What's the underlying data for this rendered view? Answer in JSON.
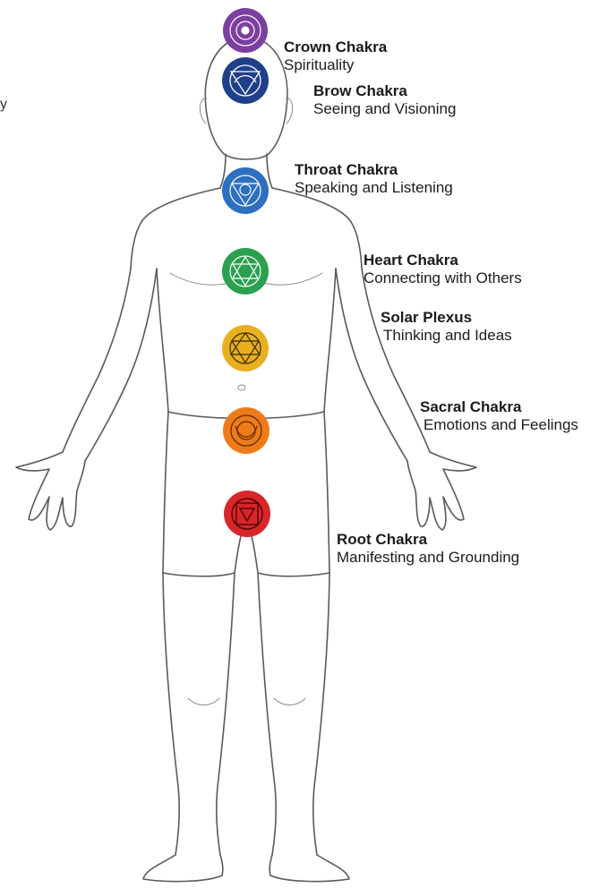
{
  "edge_fragment": "y",
  "chakras": [
    {
      "id": "crown",
      "name": "Crown Chakra",
      "meaning": "Spirituality",
      "color": "#7b3fa0",
      "icon": "lotus-icon"
    },
    {
      "id": "brow",
      "name": "Brow Chakra",
      "meaning": "Seeing and Visioning",
      "color": "#1f3f8a",
      "icon": "triangle-down-icon"
    },
    {
      "id": "throat",
      "name": "Throat Chakra",
      "meaning": "Speaking and Listening",
      "color": "#2d6fc0",
      "icon": "lotus-icon"
    },
    {
      "id": "heart",
      "name": "Heart Chakra",
      "meaning": "Connecting with Others",
      "color": "#2aa050",
      "icon": "hexagram-icon"
    },
    {
      "id": "solar",
      "name": "Solar Plexus",
      "meaning": "Thinking and Ideas",
      "color": "#e8b020",
      "icon": "triangle-down-icon"
    },
    {
      "id": "sacral",
      "name": "Sacral Chakra",
      "meaning": "Emotions and Feelings",
      "color": "#ee7b1a",
      "icon": "crescent-icon"
    },
    {
      "id": "root",
      "name": "Root Chakra",
      "meaning": "Manifesting and Grounding",
      "color": "#d8262a",
      "icon": "square-icon"
    }
  ]
}
